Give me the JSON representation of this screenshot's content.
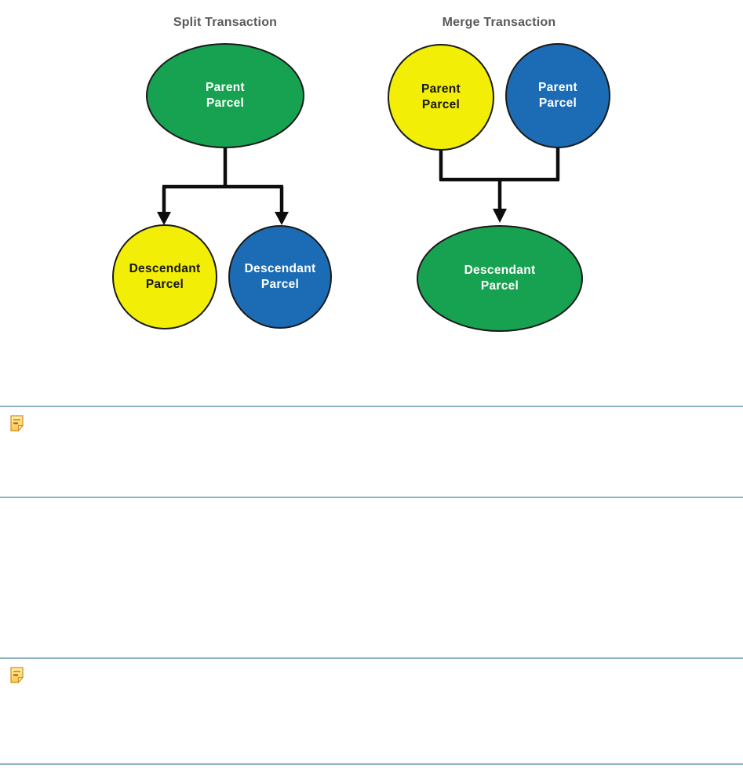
{
  "page": {
    "background": "#FFFFFF"
  },
  "diagram": {
    "title_color": "#595959",
    "split": {
      "title": "Split Transaction",
      "parent": {
        "label": "Parent\nParcel",
        "fill": "#17A251",
        "text_color": "#FFFFFF"
      },
      "descendant_left": {
        "label": "Descendant\nParcel",
        "fill": "#F2EE05",
        "text_color": "#151515"
      },
      "descendant_right": {
        "label": "Descendant\nParcel",
        "fill": "#1C6CB5",
        "text_color": "#FFFFFF"
      }
    },
    "merge": {
      "title": "Merge Transaction",
      "parent_left": {
        "label": "Parent\nParcel",
        "fill": "#F2EE05",
        "text_color": "#151515"
      },
      "parent_right": {
        "label": "Parent\nParcel",
        "fill": "#1C6CB5",
        "text_color": "#FFFFFF"
      },
      "descendant": {
        "label": "Descendant\nParcel",
        "fill": "#17A251",
        "text_color": "#FFFFFF"
      }
    }
  },
  "notes": [
    {
      "icon": "note-icon"
    },
    {
      "icon": "note-icon"
    }
  ],
  "divider_color": "#8FB4C8"
}
